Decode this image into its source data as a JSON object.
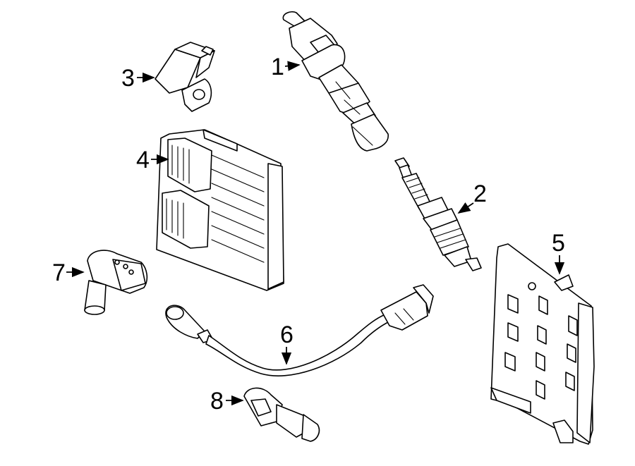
{
  "diagram": {
    "background": "#ffffff",
    "line_color": "#000000",
    "callouts": [
      {
        "id": "1",
        "part": "ignition-coil"
      },
      {
        "id": "2",
        "part": "spark-plug"
      },
      {
        "id": "3",
        "part": "sensor-bracket"
      },
      {
        "id": "4",
        "part": "control-module"
      },
      {
        "id": "5",
        "part": "module-bracket"
      },
      {
        "id": "6",
        "part": "knock-sensor"
      },
      {
        "id": "7",
        "part": "camshaft-sensor"
      },
      {
        "id": "8",
        "part": "crankshaft-sensor"
      }
    ]
  }
}
